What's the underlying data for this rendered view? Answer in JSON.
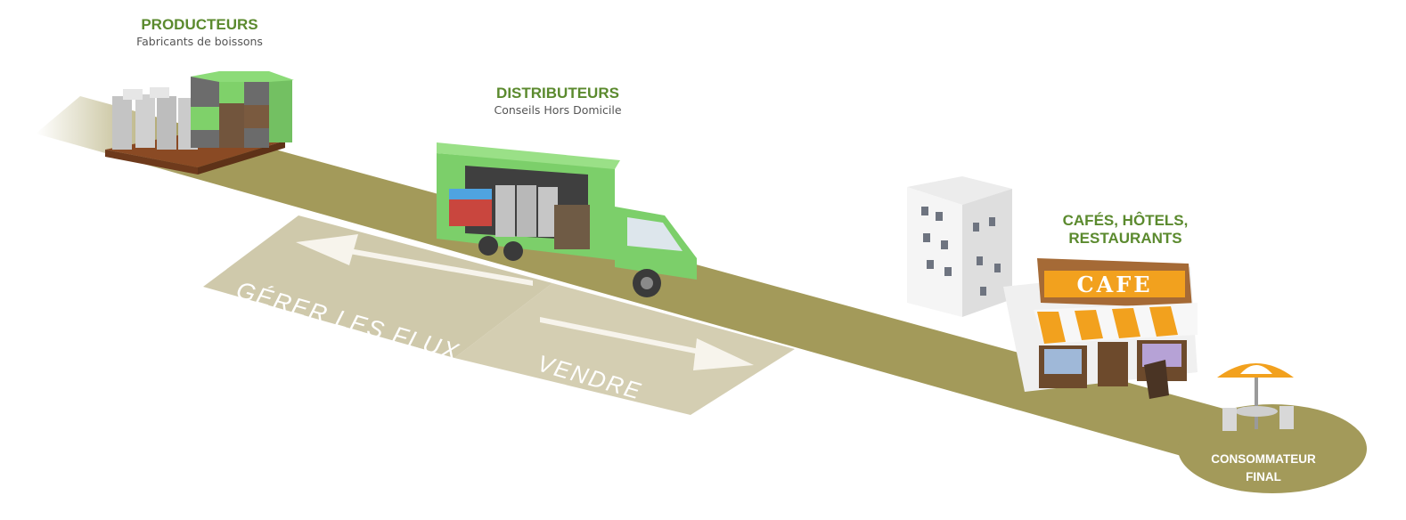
{
  "producteurs": {
    "title": "PRODUCTEURS",
    "subtitle": "Fabricants de boissons"
  },
  "distributeurs": {
    "title": "DISTRIBUTEURS",
    "subtitle": "Conseils Hors Domicile"
  },
  "chr": {
    "title_line1": "CAFÉS, HÔTELS,",
    "title_line2": "RESTAURANTS"
  },
  "flux": {
    "manage": "GÉRER LES FLUX",
    "sell": "VENDRE"
  },
  "cafe_sign": "CAFE",
  "consumer": {
    "line1": "CONSOMMATEUR",
    "line2": "FINAL"
  },
  "colors": {
    "road": "#a39a5a",
    "green_title": "#5b8a2e",
    "truck": "#7ccf6a",
    "panel": "#c8c1a0",
    "awning": "#f2a11e"
  }
}
